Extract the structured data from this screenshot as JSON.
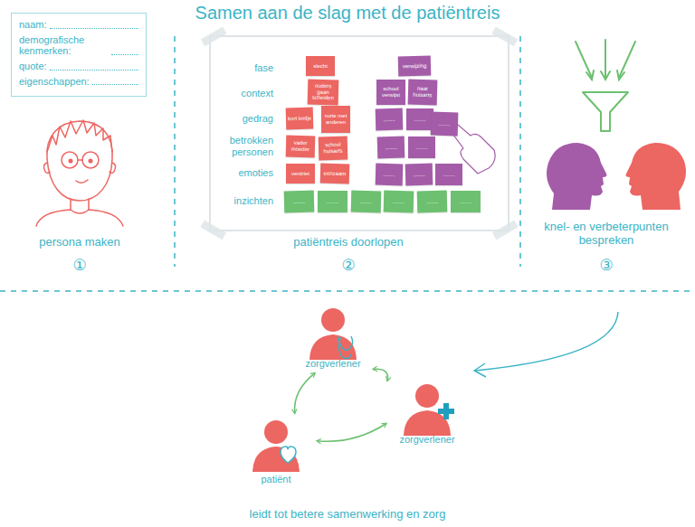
{
  "diagram": {
    "title": "Samen aan de slag met de patiëntreis",
    "caption": "leidt tot betere samenwerking en zorg",
    "nodes": [
      {
        "text": [
          "naam:",
          "demografische kenmerken:",
          "quote:",
          "eigenschappen:"
        ]
      },
      {
        "text": [
          "slecht"
        ]
      },
      {
        "text": [
          "ouders gaan scheiden"
        ]
      },
      {
        "text": [
          "kort lontje"
        ]
      },
      {
        "text": [
          "ruzie met anderen"
        ]
      },
      {
        "text": [
          "vader moeder"
        ]
      },
      {
        "text": [
          "school huisarts"
        ]
      },
      {
        "text": [
          "verdriet"
        ]
      },
      {
        "text": [
          "eenzaam"
        ]
      },
      {
        "text": [
          "........"
        ]
      },
      {
        "text": [
          "........"
        ]
      },
      {
        "text": [
          "........"
        ]
      },
      {
        "text": [
          "verwijzing"
        ]
      },
      {
        "text": [
          "school verwijst"
        ]
      },
      {
        "text": [
          "naar huisarts"
        ]
      },
      {
        "text": [
          "........"
        ]
      },
      {
        "text": [
          "........"
        ]
      },
      {
        "text": [
          "........"
        ]
      },
      {
        "text": [
          "........"
        ]
      },
      {
        "text": [
          "........"
        ]
      },
      {
        "text": [
          "........"
        ]
      },
      {
        "text": [
          "........"
        ]
      },
      {
        "text": [
          "........"
        ]
      },
      {
        "text": [
          "........"
        ]
      },
      {
        "text": [
          "........"
        ]
      },
      {
        "text": [
          "........"
        ]
      },
      {
        "text": [
          "zorgverlener"
        ]
      },
      {
        "text": [
          "zorgverlener"
        ]
      },
      {
        "text": [
          "patiënt"
        ]
      }
    ],
    "edges": [
      {
        "from": 26,
        "to": 27,
        "arrow": "both"
      },
      {
        "from": 26,
        "to": 28,
        "arrow": "both"
      },
      {
        "from": 28,
        "to": 27,
        "arrow": "both"
      }
    ],
    "labels": [
      "fase",
      "context",
      "gedrag",
      "betrokken personen",
      "emoties",
      "inzichten",
      "persona maken",
      "①",
      "patiëntreis doorlopen",
      "②",
      "knel- en verbeterpunten bespreken",
      "③"
    ]
  }
}
